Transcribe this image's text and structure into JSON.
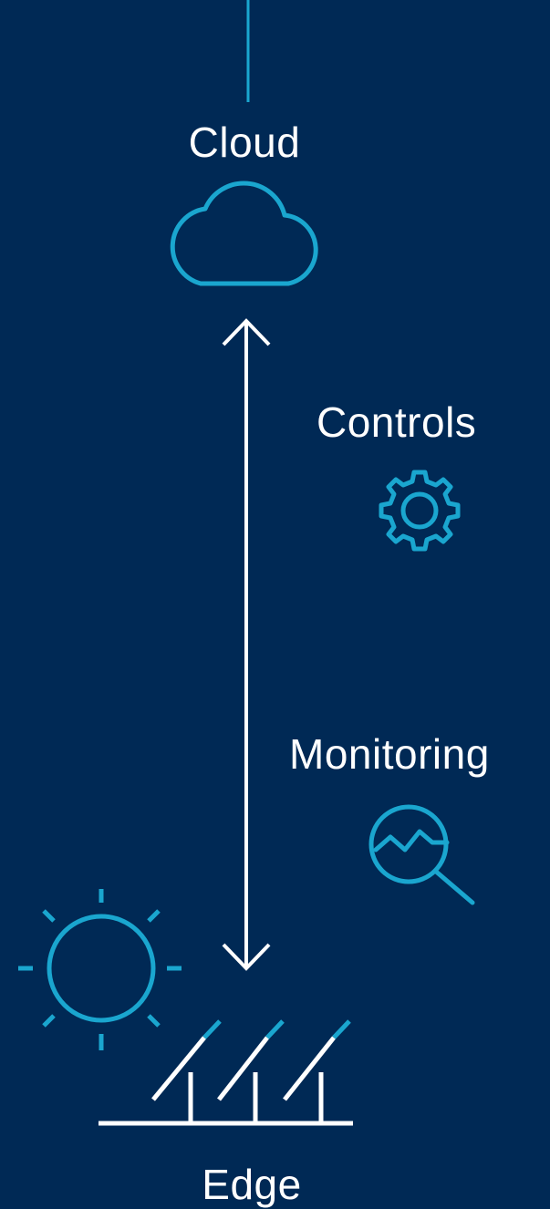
{
  "colors": {
    "background": "#002955",
    "accent": "#1aa6cf",
    "text": "#ffffff",
    "arrow": "#ffffff"
  },
  "nodes": {
    "cloud": {
      "label": "Cloud",
      "icon": "cloud-icon"
    },
    "controls": {
      "label": "Controls",
      "icon": "gear-icon"
    },
    "monitoring": {
      "label": "Monitoring",
      "icon": "magnifier-chart-icon"
    },
    "edge": {
      "label": "Edge",
      "icon": "solar-panels-icon"
    }
  },
  "decorations": {
    "sun": "sun-icon",
    "connector": "bidirectional-arrow"
  }
}
